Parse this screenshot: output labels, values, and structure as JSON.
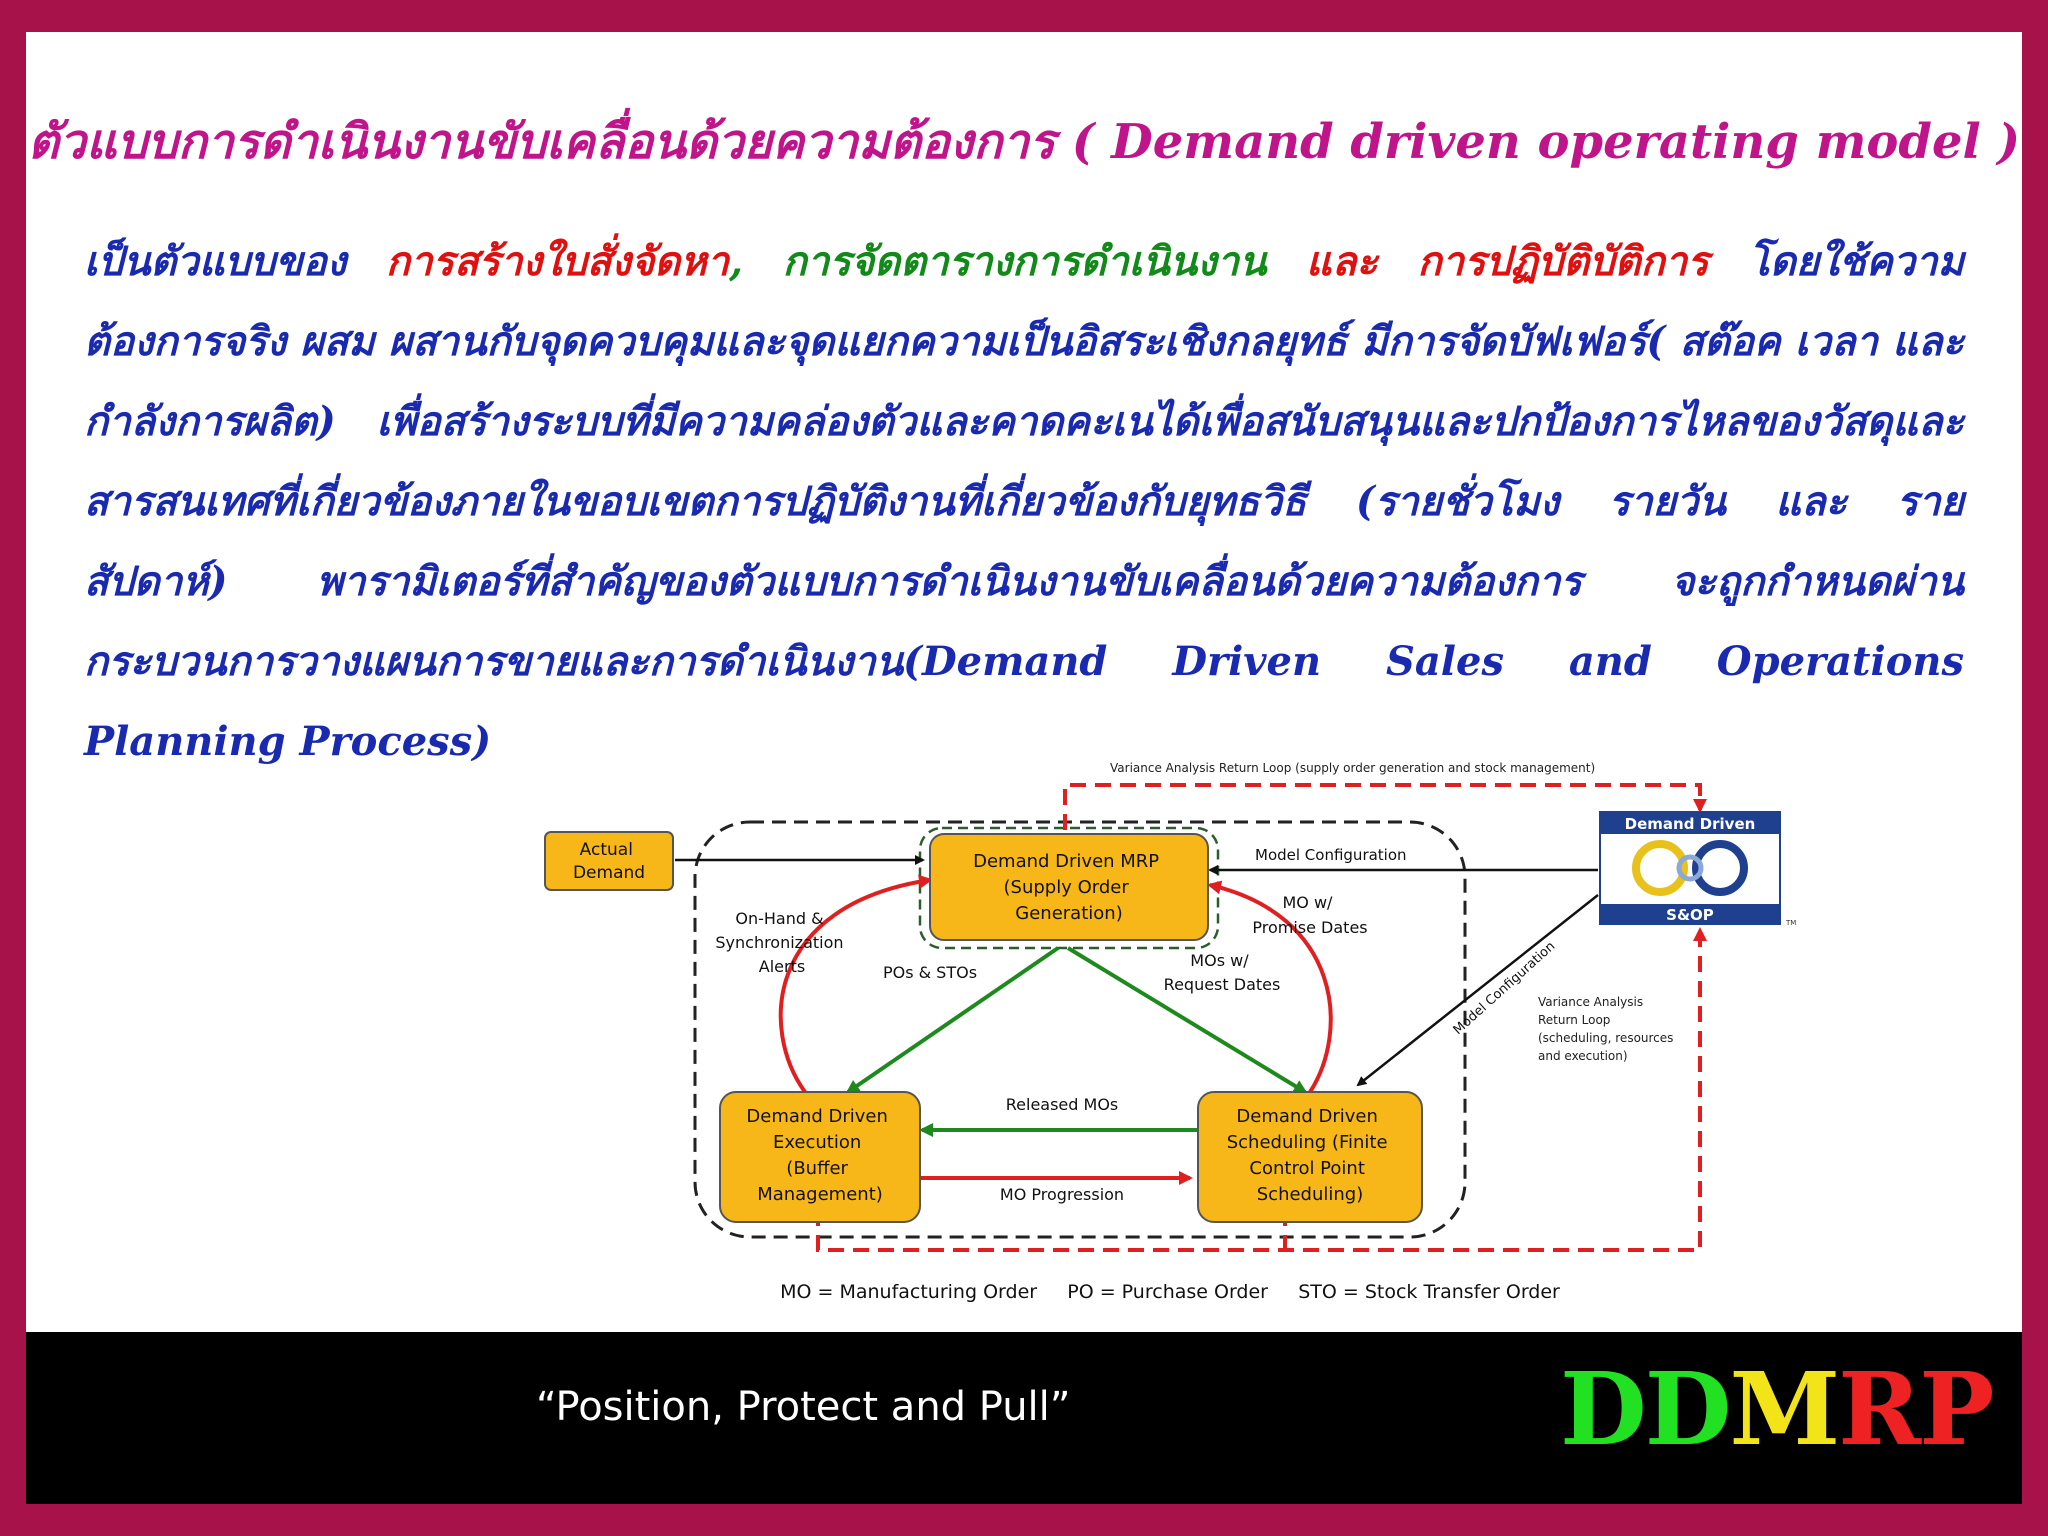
{
  "slide": {
    "title": "ตัวแบบการดำเนินงานขับเคลื่อนด้วยความต้องการ ( Demand driven operating model )",
    "body": {
      "t1": "เป็นตัวแบบของ ",
      "h1": "การสร้างใบสั่งจัดหา",
      "t2": ", ",
      "h2": "การจัดตารางการดำเนินงาน",
      "t3": " และ ",
      "h3": "การปฏิบัติบัติการ",
      "t4": " โดยใช้ความต้องการจริง ผสม ผสานกับจุดควบคุมและจุดแยกความเป็นอิสระเชิงกลยุทธ์ มีการจัดบัฟเฟอร์( สต๊อค เวลา และกำลังการผลิต) เพื่อสร้างระบบที่มีความคล่องตัวและคาดคะเนได้เพื่อสนับสนุนและปกป้องการไหลของวัสดุและสารสนเทศที่เกี่ยวข้องภายในขอบเขตการปฏิบัติงานที่เกี่ยวข้องกับยุทธวิธี (รายชั่วโมง รายวัน และ รายสัปดาห์)  พารามิเตอร์ที่สำคัญของตัวแบบการดำเนินงานขับเคลื่อนด้วยความต้องการ จะถูกกำหนดผ่านกระบวนการวางแผนการขายและการดำเนินงาน(Demand Driven Sales and Operations Planning Process)"
    },
    "colors": {
      "title": "#c0158a",
      "body": "#1a2ab0",
      "highlight_red": "#e01010",
      "highlight_green": "#118a1a",
      "frame": "#a8124a"
    }
  },
  "diagram": {
    "nodes": {
      "actual_demand": [
        "Actual",
        "Demand"
      ],
      "mrp": [
        "Demand Driven MRP",
        "(Supply Order",
        "Generation)"
      ],
      "execution": [
        "Demand Driven",
        "Execution",
        "(Buffer",
        "Management)"
      ],
      "scheduling": [
        "Demand Driven",
        "Scheduling (Finite",
        "Control Point",
        "Scheduling)"
      ],
      "ddsop_top": "Demand Driven",
      "ddsop_bottom": "S&OP",
      "ddsop_tm": "TM"
    },
    "labels": {
      "variance_top": "Variance Analysis Return Loop (supply order generation and stock management)",
      "model_config": "Model Configuration",
      "model_config_diag": "Model Configuration",
      "mo_promise": [
        "MO w/",
        "Promise Dates"
      ],
      "on_hand": [
        "On-Hand &",
        "Synchronization",
        "Alerts"
      ],
      "pos_stos": "POs & STOs",
      "mos_request": [
        "MOs w/",
        "Request Dates"
      ],
      "released_mos": "Released MOs",
      "mo_progression": "MO Progression",
      "variance_right": [
        "Variance Analysis",
        "Return Loop",
        "(scheduling, resources",
        "and execution)"
      ],
      "legend": "MO = Manufacturing Order     PO = Purchase Order     STO = Stock Transfer Order"
    },
    "colors": {
      "box_fill": "#f7b719",
      "red_line": "#e02020",
      "green_line": "#1e8a1e",
      "ddsop_blue": "#1f3f8f"
    }
  },
  "footer": {
    "quote": "“Position, Protect and Pull”",
    "logo": [
      "D",
      "D",
      "M",
      "R",
      "P"
    ],
    "logo_colors": [
      "#22e022",
      "#22e022",
      "#f2e418",
      "#ee2222",
      "#ee2222"
    ]
  }
}
